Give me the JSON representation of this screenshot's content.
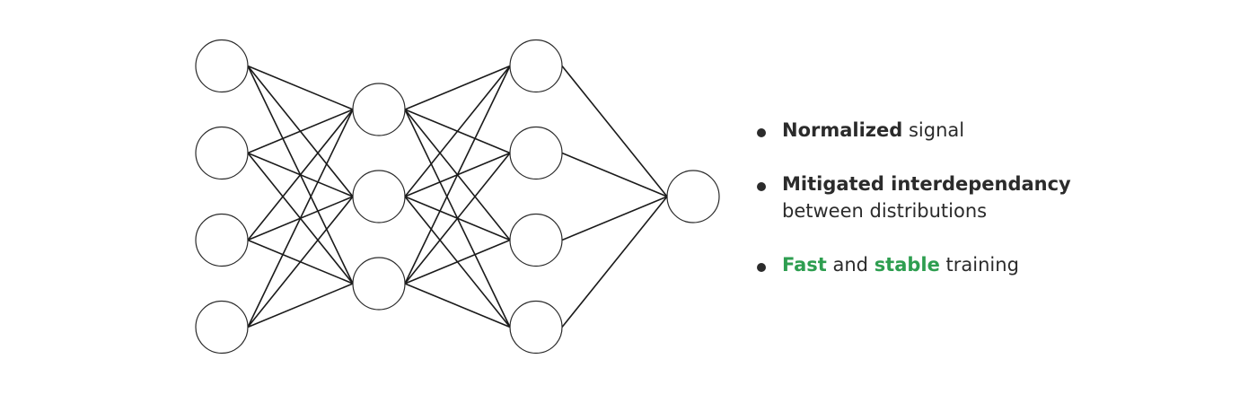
{
  "colors": {
    "text": "#2b2b2b",
    "accent": "#2e9e50",
    "node_stroke": "#2a2a2a",
    "edge": "#1a1a1a"
  },
  "network": {
    "layers": [
      4,
      3,
      4,
      1
    ],
    "connectivity": "fully-connected"
  },
  "bullets": [
    {
      "strong": "Normalized",
      "rest": " signal"
    },
    {
      "strong": "Mitigated interdependancy",
      "line2": "between distributions"
    },
    {
      "accent1": "Fast",
      "mid": " and ",
      "accent2": "stable",
      "rest": " training"
    }
  ]
}
